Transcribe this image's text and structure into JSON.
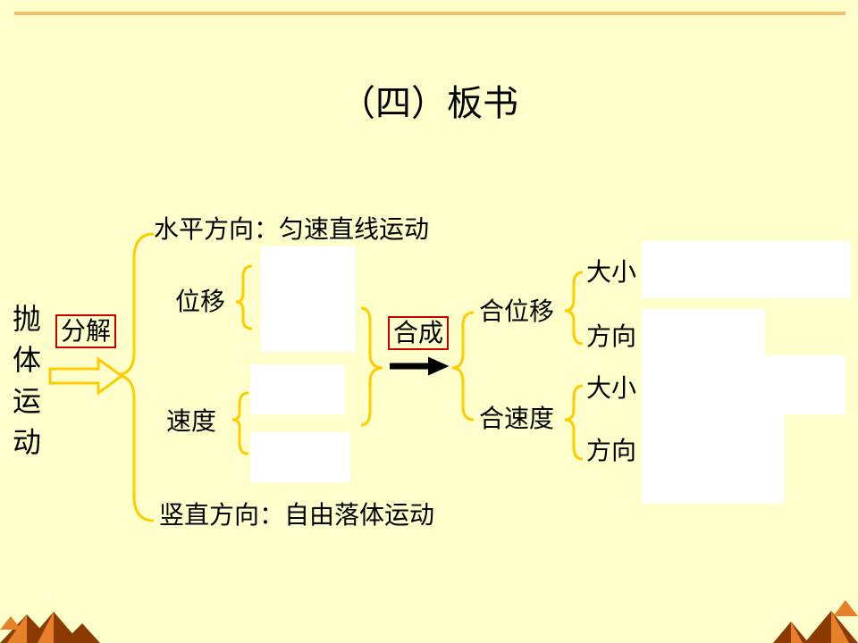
{
  "slide": {
    "title": "（四）板书",
    "topic": "抛体运动",
    "decompose": "分解",
    "horizontal": "水平方向：匀速直线运动",
    "vertical": "竖直方向：自由落体运动",
    "displacement": "位移",
    "velocity": "速度",
    "compose": "合成",
    "resultant_displacement": "合位移",
    "resultant_velocity": "合速度",
    "magnitude_1": "大小",
    "direction_1": "方向",
    "magnitude_2": "大小",
    "direction_2": "方向"
  },
  "colors": {
    "background": "#FFFFCC",
    "bracket": "#FFCC00",
    "box_border": "#CC0000",
    "top_rule": "#F5C26B",
    "decor_dark": "#8B3A00",
    "decor_light": "#E8802A"
  }
}
